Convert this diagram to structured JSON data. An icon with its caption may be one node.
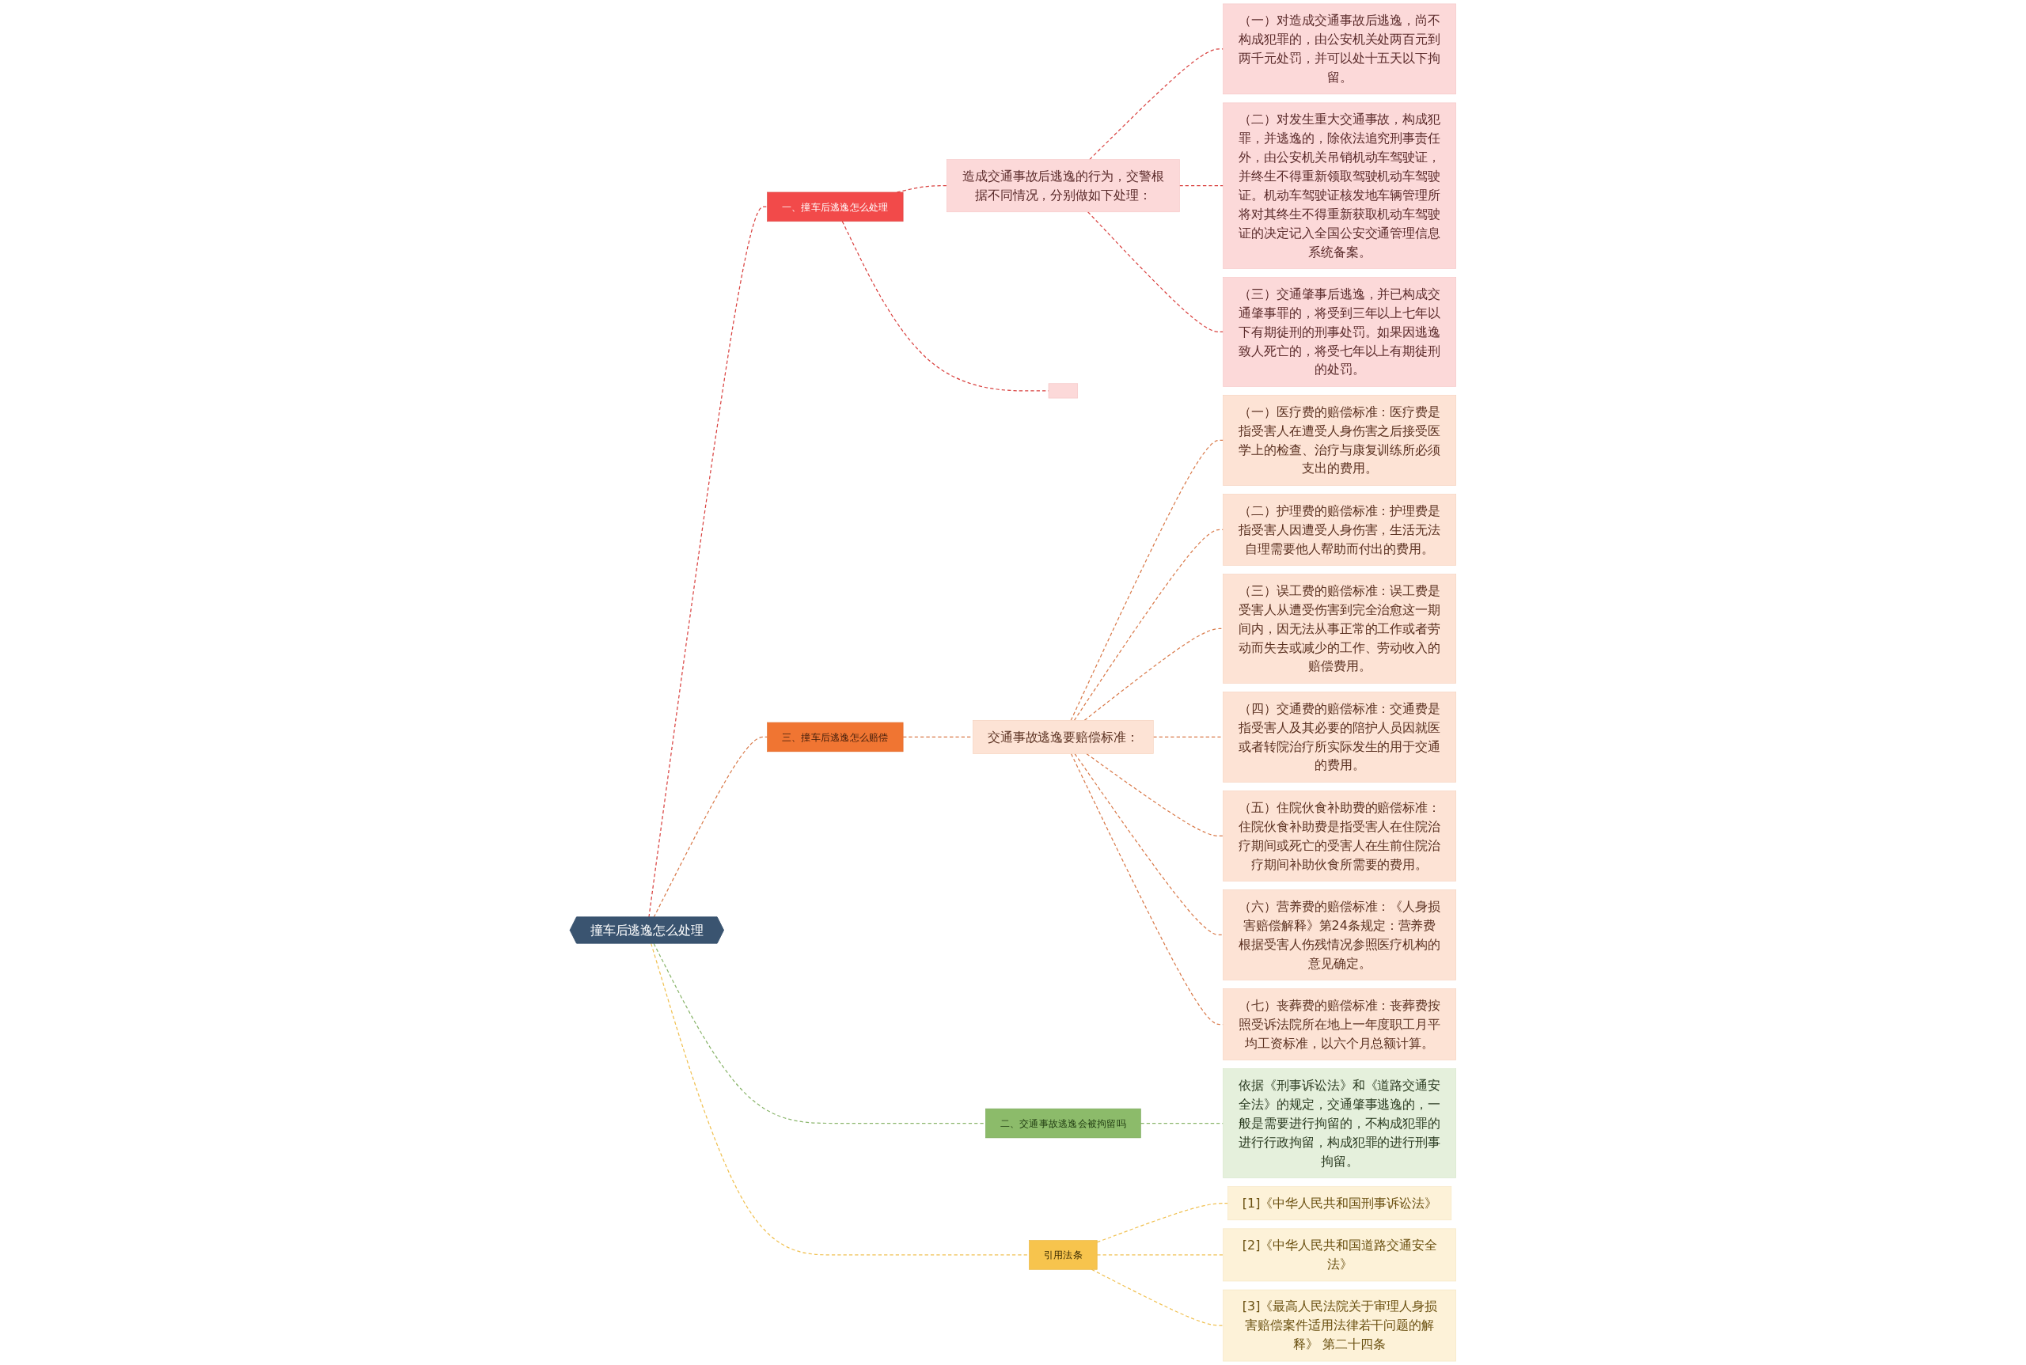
{
  "diagram": {
    "nodes": [
      {
        "text": [
          "撞车后逃逸怎么处理"
        ]
      },
      {
        "text": [
          "一、撞车后逃逸怎么处理"
        ]
      },
      {
        "text": [
          "造成交通事故后逃逸的行为，交警根据不同情况，分别做如下处理："
        ]
      },
      {
        "text": [
          "（一）对造成交通事故后逃逸，尚不构成犯罪的，由公安机关处两百元到两千元处罚，并可以处十五天以下拘留。"
        ]
      },
      {
        "text": [
          "（二）对发生重大交通事故，构成犯罪，并逃逸的，除依法追究刑事责任外，由公安机关吊销机动车驾驶证，并终生不得重新领取驾驶机动车驾驶证。机动车驾驶证核发地车辆管理所将对其终生不得重新获取机动车驾驶证的决定记入全国公安交通管理信息系统备案。"
        ]
      },
      {
        "text": [
          "（三）交通肇事后逃逸，并已构成交通肇事罪的，将受到三年以上七年以下有期徒刑的刑事处罚。如果因逃逸致人死亡的，将受七年以上有期徒刑的处罚。"
        ]
      },
      {
        "text": [],
        "shape": "box"
      },
      {
        "text": [
          "三、撞车后逃逸怎么赔偿"
        ]
      },
      {
        "text": [
          "交通事故逃逸要赔偿标准："
        ]
      },
      {
        "text": [
          "（一）医疗费的赔偿标准：医疗费是指受害人在遭受人身伤害之后接受医学上的检查、治疗与康复训练所必须支出的费用。"
        ]
      },
      {
        "text": [
          "（二）护理费的赔偿标准：护理费是指受害人因遭受人身伤害，生活无法自理需要他人帮助而付出的费用。"
        ]
      },
      {
        "text": [
          "（三）误工费的赔偿标准：误工费是受害人从遭受伤害到完全治愈这一期间内，因无法从事正常的工作或者劳动而失去或减少的工作、劳动收入的赔偿费用。"
        ]
      },
      {
        "text": [
          "（四）交通费的赔偿标准：交通费是指受害人及其必要的陪护人员因就医或者转院治疗所实际发生的用于交通的费用。"
        ]
      },
      {
        "text": [
          "（五）住院伙食补助费的赔偿标准：住院伙食补助费是指受害人在住院治疗期间或死亡的受害人在生前住院治疗期间补助伙食所需要的费用。"
        ]
      },
      {
        "text": [
          "（六）营养费的赔偿标准：《人身损害赔偿解释》第24条规定：营养费根据受害人伤残情况参照医疗机构的意见确定。"
        ]
      },
      {
        "text": [
          "（七）丧葬费的赔偿标准：丧葬费按照受诉法院所在地上一年度职工月平均工资标准，以六个月总额计算。"
        ]
      },
      {
        "text": [
          "二、交通事故逃逸会被拘留吗"
        ]
      },
      {
        "text": [
          "依据《刑事诉讼法》和《道路交通安全法》的规定，交通肇事逃逸的，一般是需要进行拘留的，不构成犯罪的进行行政拘留，构成犯罪的进行刑事拘留。"
        ]
      },
      {
        "text": [
          "引用法条"
        ]
      },
      {
        "text": [
          "[1]《中华人民共和国刑事诉讼法》"
        ]
      },
      {
        "text": [
          "[2]《中华人民共和国道路交通安全法》"
        ]
      },
      {
        "text": [
          "[3]《最高人民法院关于审理人身损害赔偿案件适用法律若干问题的解释》 第二十四条"
        ]
      }
    ],
    "edges": [
      {
        "from": 0,
        "to": 1,
        "arrow": "none",
        "style": "dashed",
        "color": "#d9413f"
      },
      {
        "from": 1,
        "to": 2,
        "arrow": "none",
        "style": "dashed",
        "color": "#d9413f"
      },
      {
        "from": 2,
        "to": 3,
        "arrow": "none",
        "style": "dashed",
        "color": "#d9413f"
      },
      {
        "from": 2,
        "to": 4,
        "arrow": "none",
        "style": "dashed",
        "color": "#d9413f"
      },
      {
        "from": 2,
        "to": 5,
        "arrow": "none",
        "style": "dashed",
        "color": "#d9413f"
      },
      {
        "from": 1,
        "to": 6,
        "arrow": "none",
        "style": "dashed",
        "color": "#d9413f"
      },
      {
        "from": 0,
        "to": 7,
        "arrow": "none",
        "style": "dashed"
      },
      {
        "from": 7,
        "to": 8,
        "arrow": "none",
        "style": "dashed"
      },
      {
        "from": 8,
        "to": 9,
        "arrow": "none",
        "style": "dashed"
      },
      {
        "from": 8,
        "to": 10,
        "arrow": "none",
        "style": "dashed"
      },
      {
        "from": 8,
        "to": 11,
        "arrow": "none",
        "style": "dashed"
      },
      {
        "from": 8,
        "to": 12,
        "arrow": "none",
        "style": "dashed"
      },
      {
        "from": 8,
        "to": 13,
        "arrow": "none",
        "style": "dashed"
      },
      {
        "from": 8,
        "to": 14,
        "arrow": "none",
        "style": "dashed"
      },
      {
        "from": 8,
        "to": 15,
        "arrow": "none",
        "style": "dashed"
      },
      {
        "from": 0,
        "to": 16,
        "arrow": "none",
        "style": "dashed",
        "color": "#8ab56b"
      },
      {
        "from": 16,
        "to": 17,
        "arrow": "none",
        "style": "dashed",
        "color": "#8ab56b"
      },
      {
        "from": 0,
        "to": 18,
        "arrow": "none",
        "style": "dashed",
        "color": "#f0c050"
      },
      {
        "from": 18,
        "to": 19,
        "arrow": "none",
        "style": "dashed",
        "color": "#f0c050"
      },
      {
        "from": 18,
        "to": 20,
        "arrow": "none",
        "style": "dashed",
        "color": "#f0c050"
      },
      {
        "from": 18,
        "to": 21,
        "arrow": "none",
        "style": "dashed",
        "color": "#f0c050"
      }
    ]
  }
}
